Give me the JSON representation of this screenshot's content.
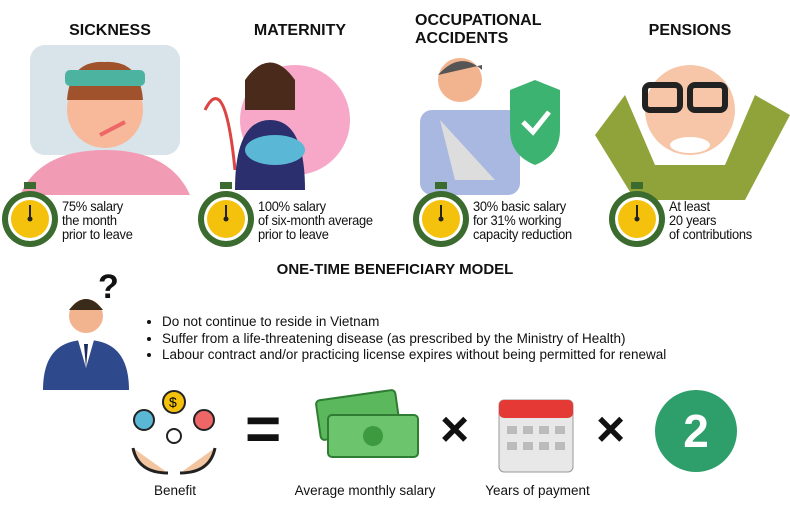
{
  "benefits": [
    {
      "title": "SICKNESS",
      "lines": [
        "75% salary",
        "the month",
        "prior to leave"
      ]
    },
    {
      "title": "MATERNITY",
      "lines": [
        "100% salary",
        "of six-month average",
        "prior to leave"
      ]
    },
    {
      "title": "OCCUPATIONAL ACCIDENTS",
      "lines": [
        "30% basic salary",
        "for 31% working",
        "capacity reduction"
      ]
    },
    {
      "title": "PENSIONS",
      "lines": [
        "At least",
        "20 years",
        "of contributions"
      ]
    }
  ],
  "one_time": {
    "title": "ONE-TIME BENEFICIARY MODEL",
    "bullets": [
      "Do not continue to reside in Vietnam",
      "Suffer from a life-threatening disease (as prescribed by the Ministry of Health)",
      "Labour contract and/or practicing license expires without being permitted for renewal"
    ]
  },
  "formula": {
    "benefit": "Benefit",
    "salary": "Average monthly salary",
    "years": "Years of payment",
    "multiplier": "2",
    "equals": "=",
    "times": "×"
  },
  "colors": {
    "green": "#2e9e6a",
    "watch_green": "#3b6b2f",
    "watch_face": "#f4c20d"
  }
}
